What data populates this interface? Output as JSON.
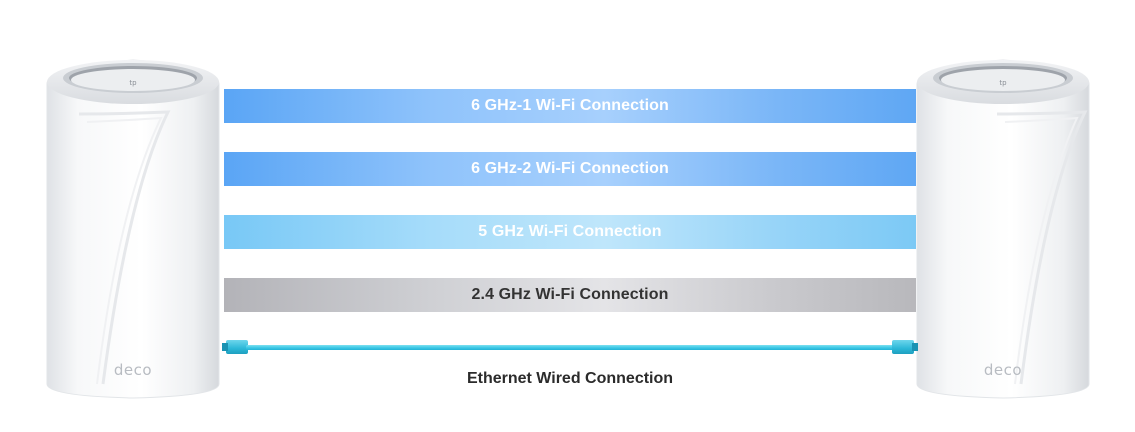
{
  "bands": {
    "ghz6_1": "6 GHz-1 Wi-Fi Connection",
    "ghz6_2": "6 GHz-2 Wi-Fi Connection",
    "ghz5": "5 GHz Wi-Fi Connection",
    "ghz24": "2.4 GHz Wi-Fi Connection"
  },
  "wired": {
    "label": "Ethernet Wired Connection"
  },
  "devices": {
    "left_logo": "deco",
    "right_logo": "deco"
  },
  "colors": {
    "band_6ghz": "#7ab6f7",
    "band_5ghz": "#a6dcfa",
    "band_24ghz": "#cfd0d4",
    "ethernet_cable": "#3cc8e6"
  }
}
